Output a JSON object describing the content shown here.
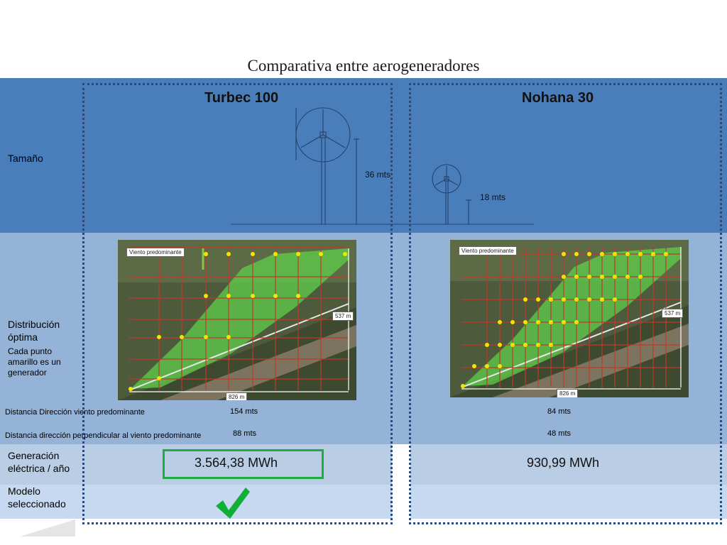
{
  "title": "Comparativa entre aerogeneradores",
  "models": [
    {
      "name": "Turbec 100",
      "height_label": "36 mts",
      "wind_distance": "154 mts",
      "perp_distance": "88 mts",
      "generation": "3.564,38 MWh",
      "selected": true
    },
    {
      "name": "Nohana 30",
      "height_label": "18 mts",
      "wind_distance": "84 mts",
      "perp_distance": "48 mts",
      "generation": "930,99 MWh",
      "selected": false
    }
  ],
  "rows": {
    "size": "Tamaño",
    "distribution": "Distribución óptima",
    "distribution_note": "Cada punto amarillo es un generador",
    "wind_distance": "Distancia Dirección viento predominante",
    "perp_distance": "Distancia dirección perpendicular al viento predominante",
    "generation": "Generación eléctrica / año",
    "selected_model": "Modelo seleccionado"
  },
  "map_labels": {
    "wind": "Viento predominante",
    "height": "537 m",
    "width": "826 m"
  },
  "colors": {
    "size_band": "#4a7ebb",
    "distribution_band": "#95b3d7",
    "generation_band": "#b9cde5",
    "model_band": "#c6d9f1",
    "highlight": "#22aa44",
    "generator_dot": "#f5e600"
  },
  "icons": {
    "selected": "check-mark-icon"
  }
}
